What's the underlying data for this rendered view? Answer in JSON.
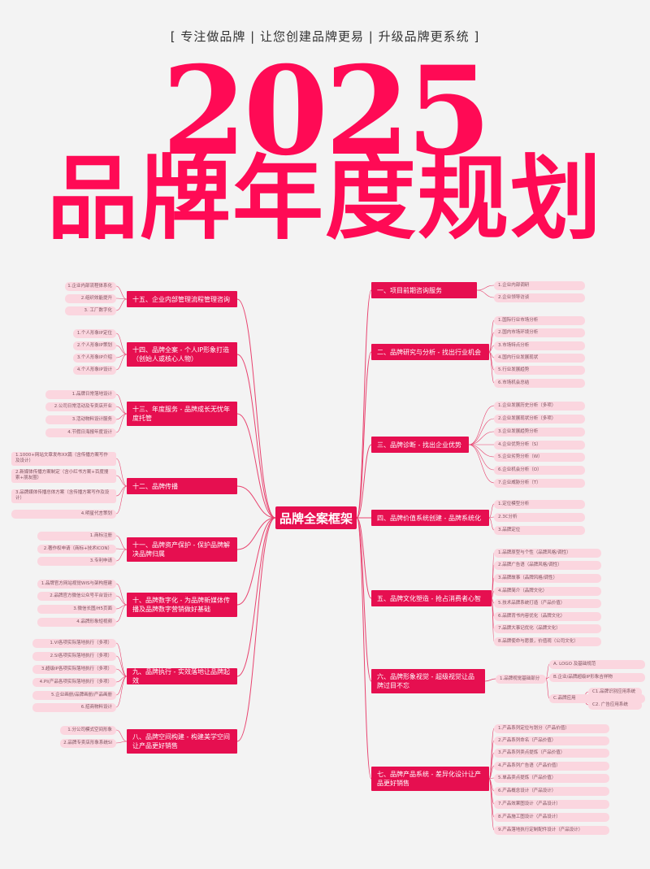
{
  "header": {
    "tagline": "[ 专注做品牌 | 让您创建品牌更易 | 升级品牌更系统 ]",
    "year": "2025",
    "title": "品牌年度规划"
  },
  "colors": {
    "brand": "#ff0a55",
    "node": "#e60f50",
    "leaf": "#fbd6df",
    "line": "#e8436f"
  },
  "mindmap": {
    "center": "品牌全案框架",
    "right_branches": [
      {
        "label": "一、项目前期咨询服务",
        "leaves": [
          "1.企业内部调研",
          "2.企业领导访谈"
        ]
      },
      {
        "label": "二、品牌研究与分析 - 找出行业机会",
        "leaves": [
          "1.国际行业市场分析",
          "2.国内市场环境分析",
          "3.市场特点分析",
          "4.国内行业发展现状",
          "5.行业发展趋势",
          "6.市场机会总结"
        ]
      },
      {
        "label": "三、品牌诊断 - 找出企业优势",
        "leaves": [
          "1.企业发展历史分析（多项）",
          "2.企业发展现状分析（多项）",
          "3.企业发展趋势分析",
          "4.企业优势分析（S）",
          "5.企业劣势分析（W）",
          "6.企业机会分析（O）",
          "7.企业威胁分析（T）"
        ]
      },
      {
        "label": "四、品牌价值系统创建 - 品牌系统化",
        "leaves": [
          "1.定位模型分析",
          "2.3C分析",
          "3.品牌定位"
        ]
      },
      {
        "label": "五、品牌文化塑造 - 抢占消费者心智",
        "leaves": [
          "1.品牌原型与个性（品牌风格/调性）",
          "2.品牌广告语（品牌风格/调性）",
          "3.品牌故事（品牌风格/调性）",
          "4.品牌简介（品牌文化）",
          "5.技术品牌系统打造（产品价值）",
          "6.品牌背书内容优化（品牌文化）",
          "7.品牌大事记优化（品牌文化）",
          "8.品牌使命与愿景，价值观（公司文化）"
        ]
      },
      {
        "label": "六、品牌形象视觉 - 超级视觉让品牌过目不忘",
        "mid": "1.品牌视觉基础部分",
        "leaves": [
          "A. LOGO 及基础规范",
          "B.企业/品牌超级IP形象吉祥物",
          "C.品牌应用"
        ],
        "subleaves": [
          "C1.品牌识别应用系统",
          "C2. 广告应用系统"
        ]
      },
      {
        "label": "七、品牌产品系统 - 差异化设计让产品更好销售",
        "leaves": [
          "1.产品系列定位与划分（产品价值）",
          "2.产品系列命名（产品价值）",
          "3.产品系列卖点提炼（产品价值）",
          "4.产品系列广告语（产品价值）",
          "5.单品卖点提炼（产品价值）",
          "6.产品概念设计（产品设计）",
          "7.产品效果图设计（产品设计）",
          "8.产品施工图设计（产品设计）",
          "9.产品落地执行定制配件设计（产品设计）"
        ]
      }
    ],
    "left_branches": [
      {
        "label": "十五、企业内部管理流程管理咨询",
        "leaves": [
          "1.企业内部流程体系化",
          "2.组织效能提升",
          "3. 工厂数字化"
        ]
      },
      {
        "label": "十四、品牌全案 - 个人IP形象打造（创始人或核心人物）",
        "leaves": [
          "1.个人形象IP定位",
          "2.个人形象IP策划",
          "3.个人形象IP介绍",
          "4.个人形象IP设计"
        ]
      },
      {
        "label": "十三、年度服务 - 品牌成长无忧年度托管",
        "leaves": [
          "1.品牌日常落地设计",
          "2.公司日常活动及专卖店开业",
          "3.活动物料设计服务",
          "4.节假日海报年度设计"
        ]
      },
      {
        "label": "十二、品牌传播",
        "leaves": [
          "1.1000+网站文章发布XX篇（含传播方案写作及设计）",
          "2.新媒体传播方案制定（含小红书方案+百度搜索+朋友圈）",
          "3.品牌媒体传播总体方案（含传播方案写作及设计）",
          "4.明星代言策划"
        ]
      },
      {
        "label": "十一、品牌资产保护 - 保护品牌解决品牌归属",
        "leaves": [
          "1.商标注册",
          "2.著作权申请（商标+技术ICON）",
          "3.专利申请"
        ]
      },
      {
        "label": "十、品牌数字化 - 为品牌新媒体传播及品牌数字营销做好基础",
        "leaves": [
          "1.品牌官方网站视觉WIS与架构搭建",
          "2.品牌官方微信公众号平台设计",
          "3.微信长图/H5页面",
          "4.品牌形象短视频"
        ]
      },
      {
        "label": "九、品牌执行 - 实效落地让品牌起效",
        "leaves": [
          "1.VI各项实际落地执行（多项）",
          "2.SI各项实际落地执行（多项）",
          "3.超级IP各项实际落地执行（多项）",
          "4.PI(产品各项实际落地执行（多项）",
          "5.企业画册/品牌画册/产品画册",
          "6.招商物料设计"
        ]
      },
      {
        "label": "八、品牌空间构建 - 构建美学空间让产品更好销售",
        "leaves": [
          "1.分公司模式空间形象",
          "2.品牌专卖店形象系统SI"
        ]
      }
    ]
  }
}
